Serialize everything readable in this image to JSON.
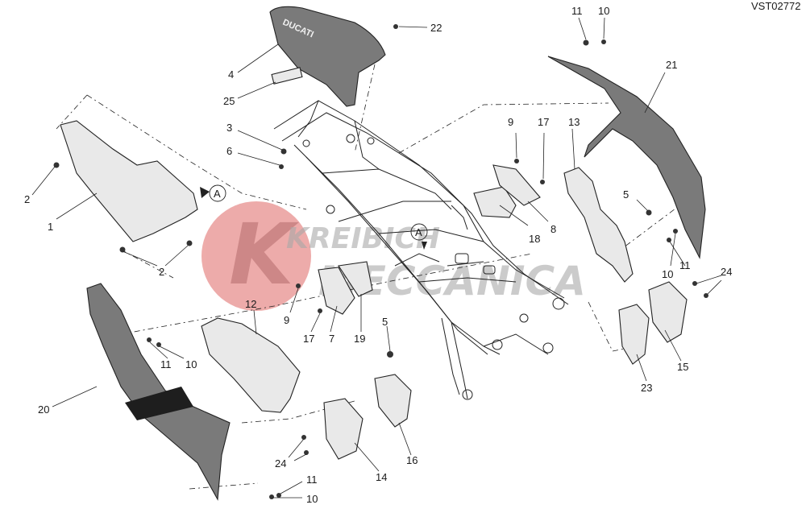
{
  "drawing_code": "VST02772",
  "view_marker": "A",
  "seat_lettering": "DUCATI",
  "watermark": {
    "line1": "KREIBICH",
    "line2": "MECCANICA",
    "logo_letter": "K",
    "circle_color": "#e05a5a"
  },
  "callouts": {
    "c1": "1",
    "c2a": "2",
    "c2b": "2",
    "c3": "3",
    "c4": "4",
    "c5a": "5",
    "c5b": "5",
    "c6": "6",
    "c7": "7",
    "c8": "8",
    "c9a": "9",
    "c9b": "9",
    "c10a": "10",
    "c10b": "10",
    "c10c": "10",
    "c10d": "10",
    "c11a": "11",
    "c11b": "11",
    "c11c": "11",
    "c11d": "11",
    "c12": "12",
    "c13": "13",
    "c14": "14",
    "c15": "15",
    "c16": "16",
    "c17a": "17",
    "c17b": "17",
    "c18": "18",
    "c19": "19",
    "c20": "20",
    "c21": "21",
    "c22": "22",
    "c23": "23",
    "c24a": "24",
    "c24b": "24",
    "c25": "25"
  }
}
